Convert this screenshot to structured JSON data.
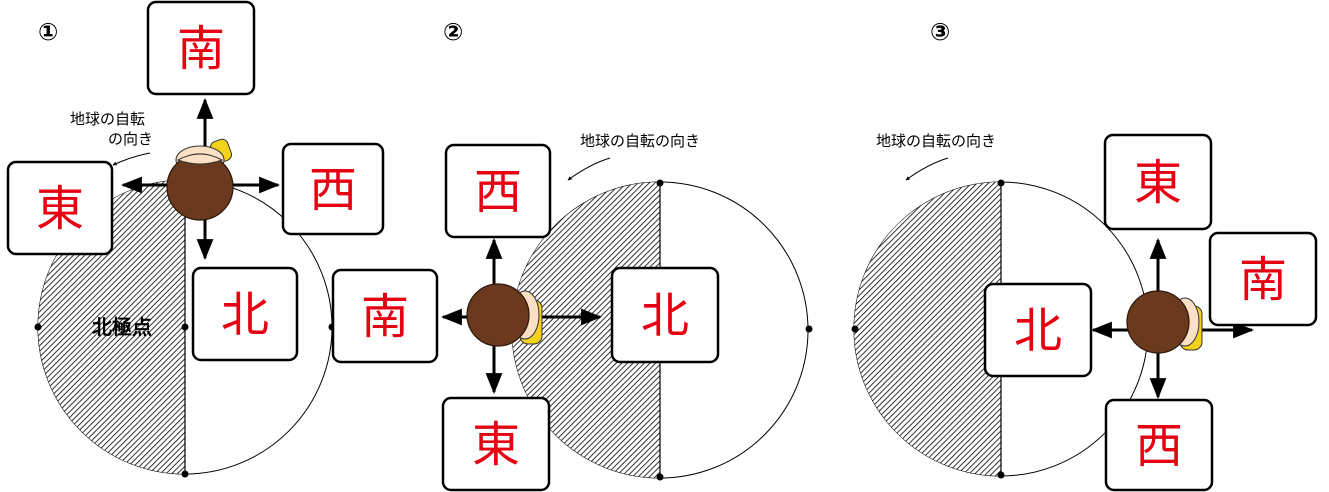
{
  "panels": [
    {
      "number": "①",
      "rotation_label_lines": [
        "地球の自転",
        "の向き"
      ],
      "pole_label": "北極点",
      "directions": {
        "up": "南",
        "left": "東",
        "right": "西",
        "down": "北"
      }
    },
    {
      "number": "②",
      "rotation_label_lines": [
        "地球の自転の向き"
      ],
      "directions": {
        "up": "西",
        "left": "南",
        "right": "北",
        "down": "東"
      }
    },
    {
      "number": "③",
      "rotation_label_lines": [
        "地球の自転の向き"
      ],
      "directions": {
        "up": "東",
        "left": "北",
        "right": "南",
        "down": "西"
      }
    }
  ],
  "colors": {
    "direction_text": "#e60012",
    "hair": "#6b3a1e",
    "sleeve": "#f4d21c"
  }
}
